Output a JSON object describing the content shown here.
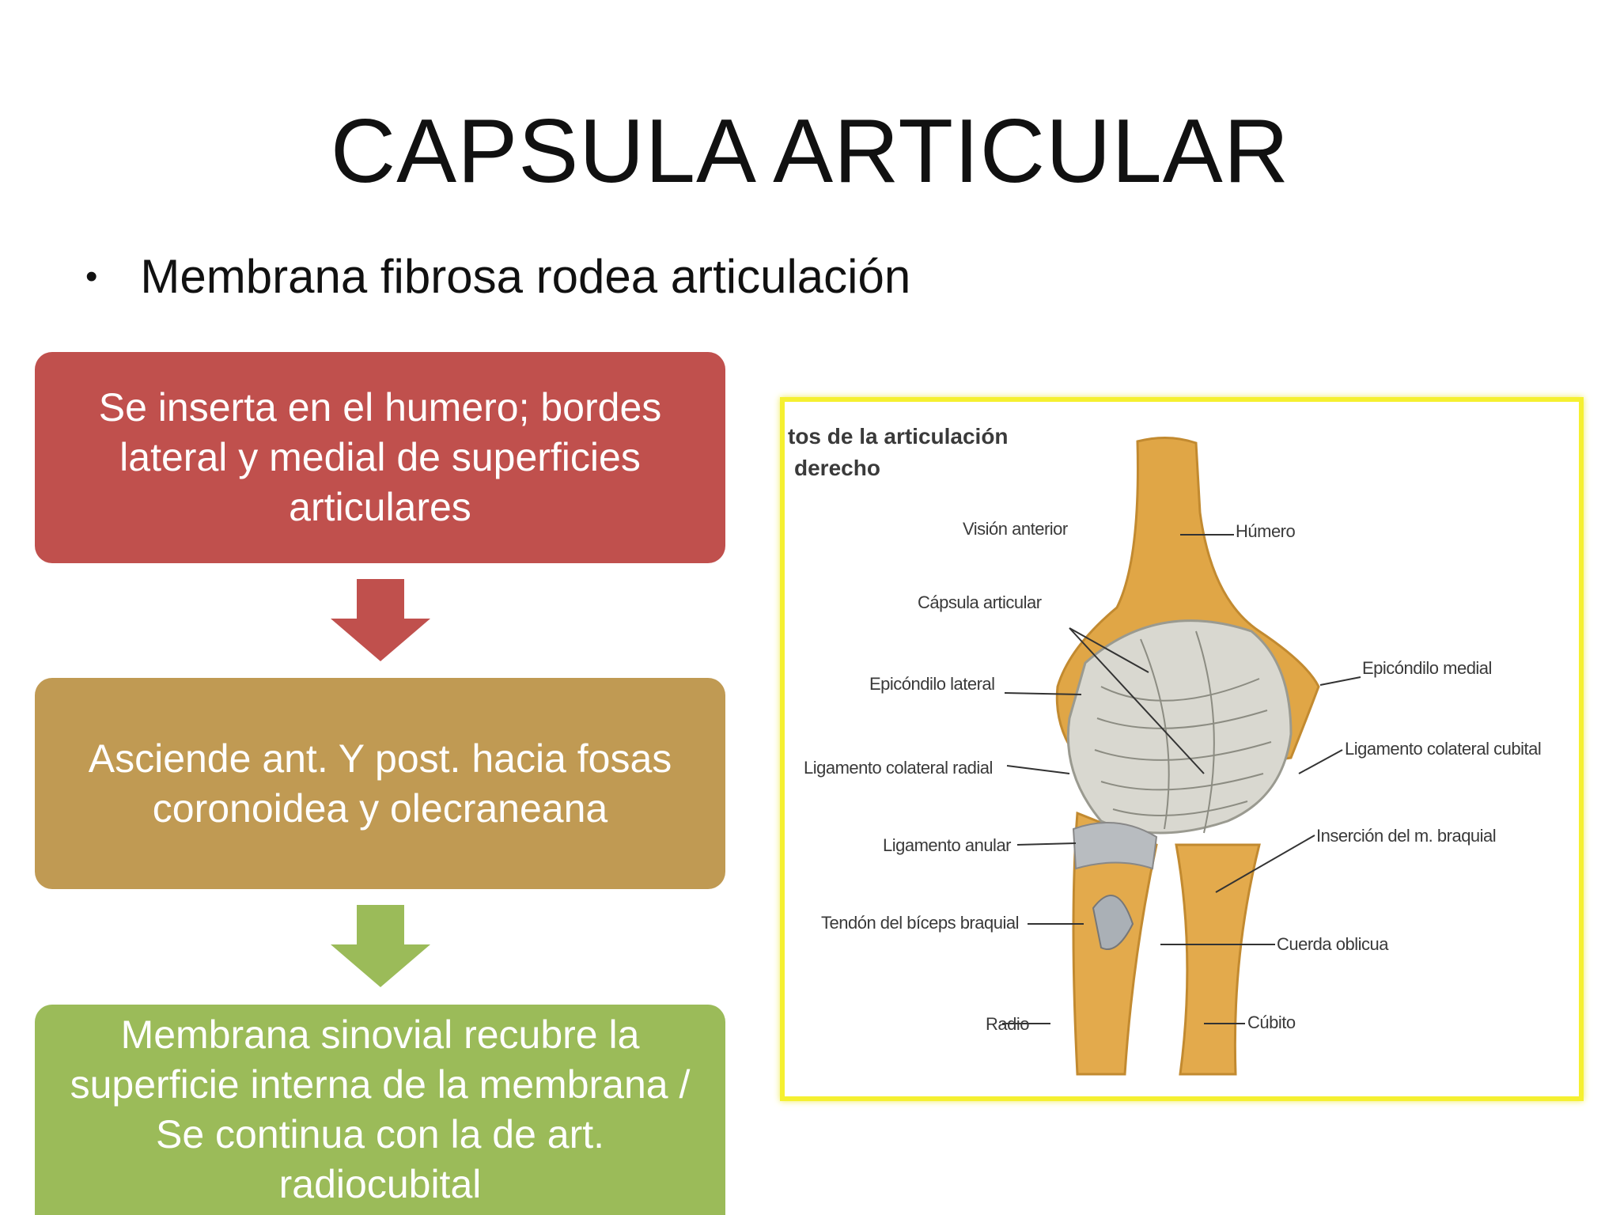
{
  "slide": {
    "title": "CAPSULA ARTICULAR",
    "bullet_symbol": "•",
    "bullet_text": "Membrana fibrosa rodea articulación"
  },
  "flow": {
    "boxes": [
      {
        "text": "Se inserta en el humero; bordes lateral y medial de superficies articulares",
        "color": "#c0504d"
      },
      {
        "text": "Asciende  ant. Y post. hacia fosas coronoidea y olecraneana",
        "color": "#c09a53"
      },
      {
        "text": "Membrana sinovial recubre la superficie interna de la membrana / Se continua con la de art. radiocubital",
        "color": "#9bbb59"
      }
    ]
  },
  "figure": {
    "caption_line1": "tos de la articulación",
    "caption_line2": "derecho",
    "labels": {
      "vision": "Visión anterior",
      "humero": "Húmero",
      "capsula": "Cápsula articular",
      "epi_lat": "Epicóndilo lateral",
      "epi_med": "Epicóndilo medial",
      "lig_rad": "Ligamento colateral radial",
      "lig_cub": "Ligamento colateral cubital",
      "lig_anu": "Ligamento anular",
      "insercion": "Inserción del m. braquial",
      "tendon": "Tendón del bíceps braquial",
      "cuerda": "Cuerda oblicua",
      "radio": "Radio",
      "cubito": "Cúbito"
    }
  }
}
